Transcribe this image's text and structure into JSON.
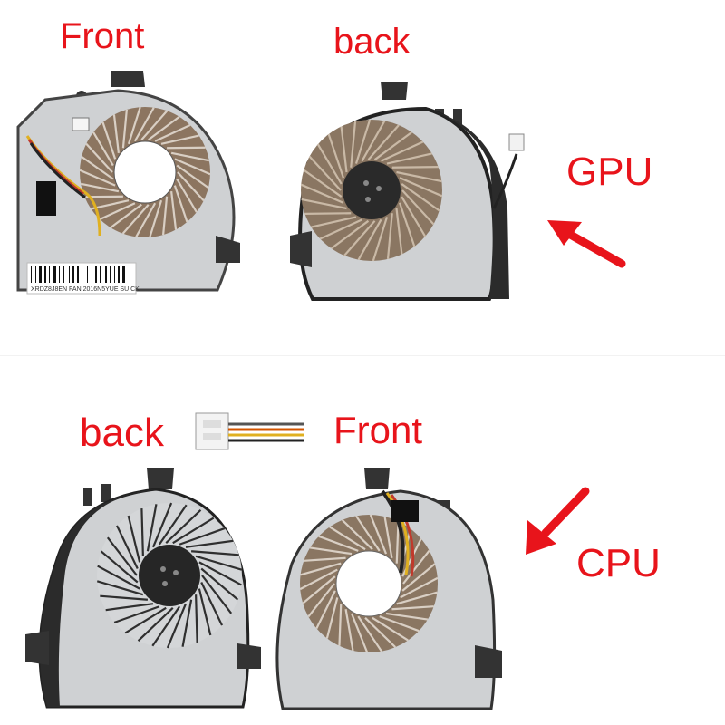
{
  "labels": {
    "front_top": "Front",
    "back_top": "back",
    "gpu": "GPU",
    "back_bottom": "back",
    "front_bottom": "Front",
    "cpu": "CPU"
  },
  "sticker_text": "XRDZ8J8EN FAN 2016N5YUE SU CK",
  "colors": {
    "label_red": "#e8141b",
    "arrow_red": "#e8141b",
    "fan_body": "#cfd1d3",
    "fan_dark": "#3a3a3c",
    "blade": "#7d6a55"
  }
}
